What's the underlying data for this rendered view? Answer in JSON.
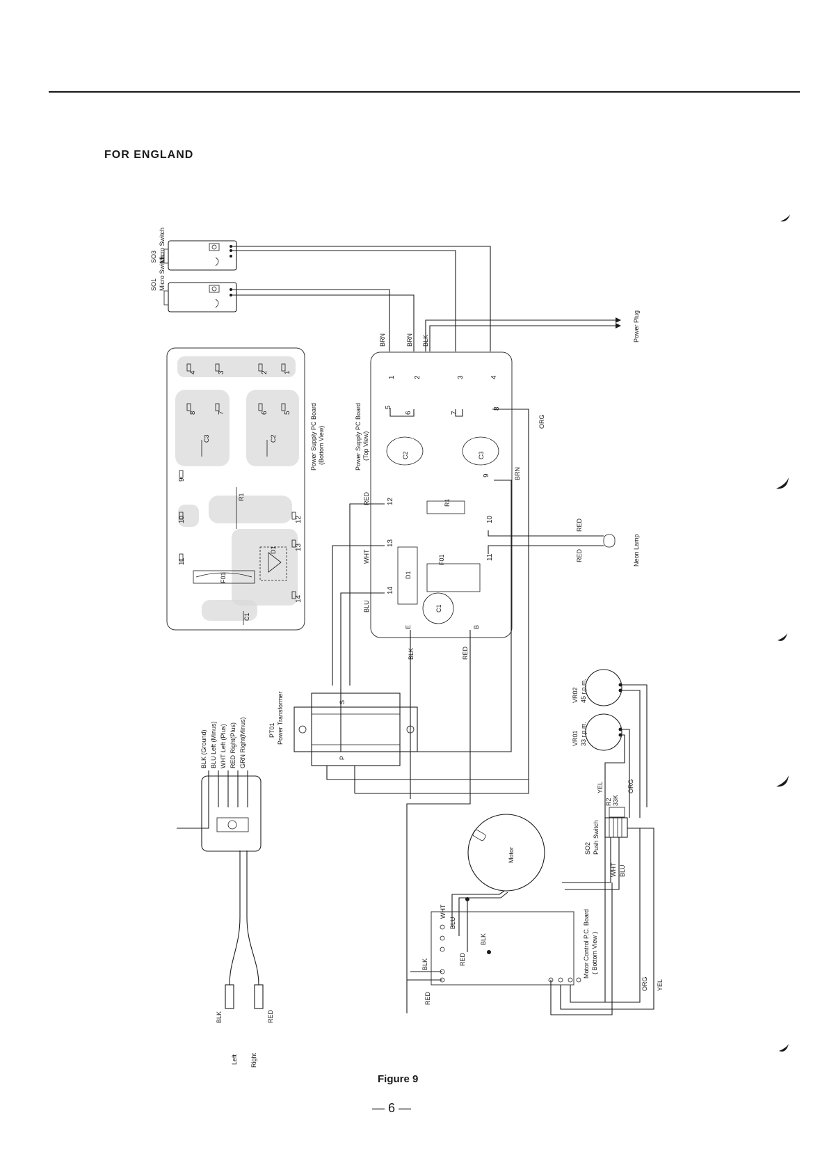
{
  "heading": "FOR ENGLAND",
  "caption": "Figure 9",
  "page_number": "— 6 —",
  "components": {
    "so3": {
      "ref": "SO3",
      "name": "Micro Switch"
    },
    "so1": {
      "ref": "SO1",
      "name": "Micro Switch"
    },
    "power_plug": "Power Plug",
    "psu_bottom": {
      "line1": "Power Supply PC Board",
      "line2": "(Bottom View)"
    },
    "psu_top": {
      "line1": "Power Supply PC Board",
      "line2": "(Top View)"
    },
    "neon_lamp": "Neon Lamp",
    "pt01": {
      "ref": "PT01",
      "name": "Power Transformer",
      "s": "S",
      "p": "P"
    },
    "vr02": {
      "ref": "VR02",
      "speed": "45 r.p.m."
    },
    "vr01": {
      "ref": "VR01",
      "speed": "33 r.p.m."
    },
    "so2": {
      "ref": "SO2",
      "name": "Push Switch"
    },
    "r2": {
      "ref": "R2",
      "value": "33K"
    },
    "motor": "Motor",
    "motor_board": {
      "line1": "Motor Control P.C. Board",
      "line2": "( Bottom View )"
    },
    "c1": "C1",
    "c2": "C2",
    "c3": "C3",
    "r1": "R1",
    "d1": "D1",
    "f01": "F01",
    "e": "E",
    "b": "B"
  },
  "output_cable": {
    "wires": [
      "BLK (Ground)",
      "BLU Left (Minus)",
      "WHT Left (Plus)",
      "RED Right(Plus)",
      "GRN Right(Minus)"
    ],
    "plug_colors": {
      "left": "BLK",
      "right": "RED"
    },
    "channels": {
      "left": "Left",
      "right": "Right"
    }
  },
  "wire_colors": {
    "brn": "BRN",
    "blk": "BLK",
    "red": "RED",
    "wht": "WHT",
    "blu": "BLU",
    "org": "ORG",
    "yel": "YEL"
  },
  "bottom_terminals": [
    "1",
    "2",
    "3",
    "4",
    "5",
    "6",
    "7",
    "8",
    "9",
    "10",
    "11",
    "12",
    "13",
    "14"
  ],
  "top_terminals": [
    "1",
    "2",
    "3",
    "4",
    "5",
    "6",
    "7",
    "8",
    "9",
    "10",
    "11",
    "12",
    "13",
    "14"
  ]
}
